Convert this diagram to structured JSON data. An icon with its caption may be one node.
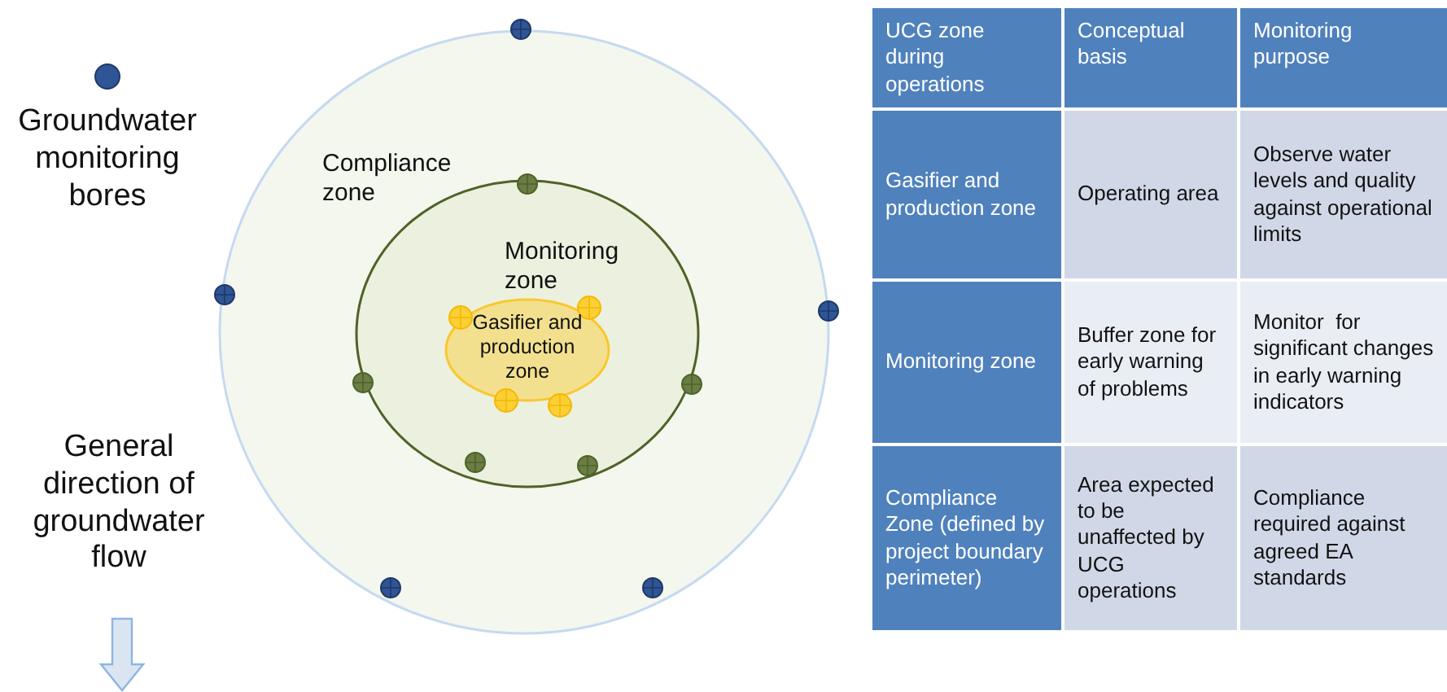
{
  "diagram": {
    "nodes": [
      {
        "text": [
          "Compliance zone"
        ]
      },
      {
        "text": [
          "Monitoring zone"
        ],
        "in": 0
      },
      {
        "text": [
          "Gasifier and production zone"
        ],
        "in": 1
      }
    ],
    "edges": [],
    "labels": [
      "General direction of groundwater flow",
      "UCG zone during operations",
      "Conceptual basis",
      "Monitoring purpose",
      "Gasifier and production zone",
      "Operating area",
      "Observe water levels and quality against operational limits",
      "Monitoring zone",
      "Buffer zone for early warning of problems",
      "Monitor  for significant changes in early warning indicators",
      "Compliance Zone (defined by project boundary perimeter)",
      "Area expected to be unaffected by UCG operations",
      "Compliance required against agreed EA standards"
    ],
    "legend": [
      {
        "text": "Groundwater monitoring bores",
        "color": "#2f5597"
      }
    ]
  }
}
